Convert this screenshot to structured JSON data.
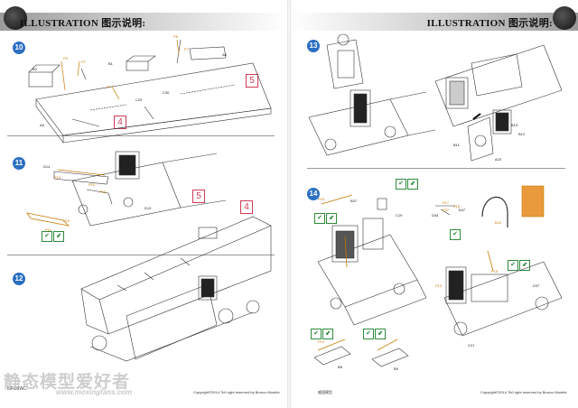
{
  "header": {
    "left_title": "ILLUSTRATION 图示说明:",
    "right_title": "ILLUSTRATION 图示说明:"
  },
  "steps": [
    {
      "number": "10"
    },
    {
      "number": "11"
    },
    {
      "number": "12"
    },
    {
      "number": "13"
    },
    {
      "number": "14"
    }
  ],
  "ref_boxes": {
    "step10_a": "5",
    "step10_b": "4",
    "step12_a": "5",
    "step12_b": "4"
  },
  "part_labels": {
    "step10": [
      "B3",
      "A5",
      "B1",
      "C29",
      "C30",
      "A8",
      "P9",
      "P8",
      "P7",
      "P7",
      "P7"
    ],
    "step11": [
      "D14",
      "P12",
      "P13",
      "P10",
      "D13",
      "P11",
      "P10"
    ],
    "step13": [
      "B12",
      "B13",
      "B11",
      "A23"
    ],
    "step14": [
      "P15",
      "B37",
      "C19",
      "P17",
      "P16",
      "D34",
      "P37",
      "B47",
      "B10",
      "P18",
      "B8",
      "P14",
      "B9",
      "C21",
      "D37",
      "P13"
    ]
  },
  "footer": {
    "left_page": "MR09WC",
    "left_copy": "Copyright©2014  7b0 right reserved by Bronco Models",
    "center_cn": "威国模型",
    "right_copy": "Copyright©2014  7b0 right reserved by Bronco Models"
  },
  "watermark": {
    "text": "静态模型爱好者",
    "url": "www.moxingfans.com"
  },
  "colors": {
    "badge": "#2b6fc2",
    "refbox": "#d23a55",
    "photo_etch": "#c57a00",
    "check": "#2e8b3c"
  }
}
